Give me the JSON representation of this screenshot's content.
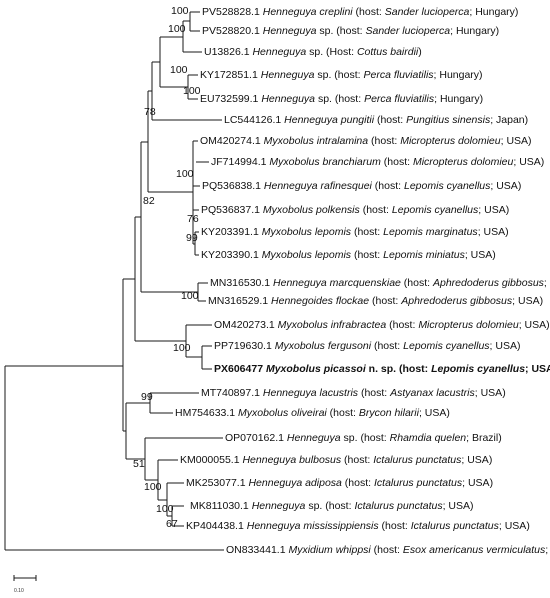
{
  "tree": {
    "support": [
      {
        "id": "n_hungary",
        "value": "100"
      },
      {
        "id": "n_sander",
        "value": "100"
      },
      {
        "id": "n_perca_top",
        "value": "100"
      },
      {
        "id": "n_perca",
        "value": "100"
      },
      {
        "id": "n_78",
        "value": "78"
      },
      {
        "id": "n_82",
        "value": "82"
      },
      {
        "id": "n_lepomis",
        "value": "100"
      },
      {
        "id": "n_76",
        "value": "76"
      },
      {
        "id": "n_99a",
        "value": "99"
      },
      {
        "id": "n_aphred",
        "value": "100"
      },
      {
        "id": "n_fergusoni",
        "value": "100"
      },
      {
        "id": "n_99b",
        "value": "99"
      },
      {
        "id": "n_51",
        "value": "51"
      },
      {
        "id": "n_ictal",
        "value": "100"
      },
      {
        "id": "n_ictal2",
        "value": "100"
      },
      {
        "id": "n_67",
        "value": "67"
      }
    ],
    "leaves": [
      {
        "acc": "PV528828.1",
        "taxon": "Henneguya creplini",
        "pre": " (host: ",
        "host": "Sander lucioperca",
        "post": "; Hungary)"
      },
      {
        "acc": "PV528820.1",
        "taxon": "Henneguya",
        "taxon_suffix": " sp.",
        "pre": " (host: ",
        "host": "Sander lucioperca",
        "post": "; Hungary)"
      },
      {
        "acc": "U13826.1",
        "taxon": "Henneguya",
        "taxon_suffix": " sp.",
        "pre": " (Host: ",
        "host": "Cottus bairdii",
        "post": ")"
      },
      {
        "acc": "KY172851.1",
        "taxon": "Henneguya",
        "taxon_suffix": " sp.",
        "pre": " (host: ",
        "host": "Perca fluviatilis",
        "post": "; Hungary)"
      },
      {
        "acc": "EU732599.1",
        "taxon": "Henneguya",
        "taxon_suffix": " sp.",
        "pre": " (host: ",
        "host": "Perca fluviatilis",
        "post": "; Hungary)"
      },
      {
        "acc": "LC544126.1",
        "taxon": "Henneguya pungitii",
        "pre": " (host: ",
        "host": "Pungitius sinensis",
        "post": "; Japan)"
      },
      {
        "acc": "OM420274.1",
        "taxon": "Myxobolus intralamina",
        "pre": " (host: ",
        "host": "Micropterus dolomieu",
        "post": "; USA)"
      },
      {
        "acc": "JF714994.1",
        "taxon": "Myxobolus branchiarum",
        "pre": " (host: ",
        "host": "Micropterus dolomieu",
        "post": "; USA)"
      },
      {
        "acc": "PQ536838.1",
        "taxon": "Henneguya rafinesquei",
        "pre": " (host: ",
        "host": "Lepomis cyanellus",
        "post": "; USA)"
      },
      {
        "acc": "PQ536837.1",
        "taxon": "Myxobolus polkensis",
        "pre": " (host: ",
        "host": "Lepomis cyanellus",
        "post": "; USA)"
      },
      {
        "acc": "KY203391.1",
        "taxon": "Myxobolus lepomis",
        "pre": " (host: ",
        "host": "Lepomis marginatus",
        "post": "; USA)"
      },
      {
        "acc": "KY203390.1",
        "taxon": "Myxobolus lepomis",
        "pre": " (host: ",
        "host": "Lepomis miniatus",
        "post": "; USA)"
      },
      {
        "acc": "MN316530.1",
        "taxon": "Henneguya marcquenskiae",
        "pre": " (host: ",
        "host": "Aphredoderus gibbosus",
        "post": "; USA)"
      },
      {
        "acc": "MN316529.1",
        "taxon": "Hennegoides flockae",
        "pre": " (host: ",
        "host": "Aphredoderus gibbosus",
        "post": "; USA)"
      },
      {
        "acc": "OM420273.1",
        "taxon": "Myxobolus infrabractea",
        "pre": " (host: ",
        "host": "Micropterus dolomieu",
        "post": "; USA)"
      },
      {
        "acc": "PP719630.1",
        "taxon": "Myxobolus fergusoni",
        "pre": " (host: ",
        "host": "Lepomis cyanellus",
        "post": "; USA)"
      },
      {
        "acc": "PX606477",
        "taxon": "Myxobolus picassoi",
        "taxon_suffix": " n. sp.",
        "pre": " (host: ",
        "host": "Lepomis cyanellus",
        "post": "; USA)",
        "bold": true
      },
      {
        "acc": "MT740897.1",
        "taxon": "Henneguya lacustris",
        "pre": " (host: ",
        "host": "Astyanax lacustris",
        "post": "; USA)"
      },
      {
        "acc": "HM754633.1",
        "taxon": "Myxobolus oliveirai",
        "pre": " (host: ",
        "host": "Brycon hilarii",
        "post": "; USA)"
      },
      {
        "acc": "OP070162.1",
        "taxon": "Henneguya",
        "taxon_suffix": " sp.",
        "pre": " (host: ",
        "host": "Rhamdia quelen",
        "post": "; Brazil)"
      },
      {
        "acc": "KM000055.1",
        "taxon": "Henneguya bulbosus",
        "pre": " (host: ",
        "host": "Ictalurus punctatus",
        "post": "; USA)"
      },
      {
        "acc": "MK253077.1",
        "taxon": "Henneguya adiposa",
        "pre": " (host: ",
        "host": "Ictalurus punctatus",
        "post": "; USA)"
      },
      {
        "acc": "MK811030.1",
        "taxon": "Henneguya",
        "taxon_suffix": " sp.",
        "pre": " (host: ",
        "host": "Ictalurus punctatus",
        "post": "; USA)"
      },
      {
        "acc": "KP404438.1",
        "taxon": "Henneguya mississippiensis",
        "pre": " (host: ",
        "host": "Ictalurus punctatus",
        "post": "; USA)"
      },
      {
        "acc": "ON833441.1",
        "taxon": "Myxidium whippsi",
        "pre": " (host: ",
        "host": "Esox americanus vermiculatus",
        "post": "; USA)"
      }
    ],
    "scale_bar": {
      "label": "0.10"
    }
  }
}
